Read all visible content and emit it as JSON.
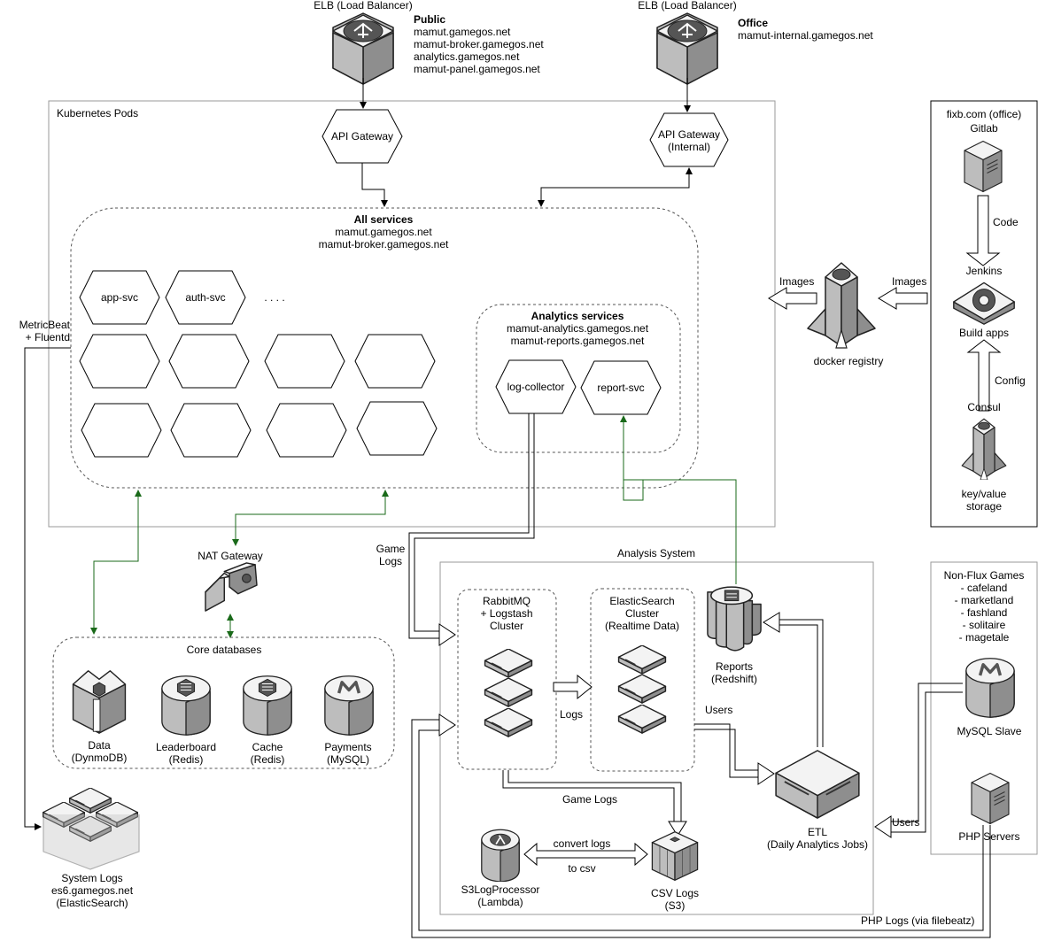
{
  "elb_public": {
    "title": "ELB (Load Balancer)",
    "heading": "Public",
    "domains": [
      "mamut.gamegos.net",
      "mamut-broker.gamegos.net",
      "analytics.gamegos.net",
      "mamut-panel.gamegos.net"
    ]
  },
  "elb_office": {
    "title": "ELB (Load Balancer)",
    "heading": "Office",
    "domains": [
      "mamut-internal.gamegos.net"
    ]
  },
  "k8s": {
    "title": "Kubernetes Pods",
    "api_gateway": "API Gateway",
    "api_gateway_internal": [
      "API Gateway",
      "(Internal)"
    ],
    "all_services": {
      "title": "All services",
      "domains": [
        "mamut.gamegos.net",
        "mamut-broker.gamegos.net"
      ]
    },
    "services": [
      "app-svc",
      "auth-svc",
      ". . . ."
    ],
    "analytics": {
      "title": "Analytics services",
      "domains": [
        "mamut-analytics.gamegos.net",
        "mamut-reports.gamegos.net"
      ],
      "services": [
        "log-collector",
        "report-svc"
      ]
    }
  },
  "fixb": {
    "title": "fixb.com (office)",
    "gitlab": "Gitlab",
    "code": "Code",
    "jenkins": "Jenkins",
    "build": "Build apps",
    "config": "Config",
    "consul": "Consul",
    "kv": [
      "key/value",
      "storage"
    ]
  },
  "docker": {
    "label": "docker registry",
    "images_in": "Images",
    "images_out": "Images"
  },
  "metricbeat": [
    "MetricBeat",
    "+ Fluentd"
  ],
  "nat": "NAT Gateway",
  "core_db": {
    "title": "Core databases",
    "items": [
      {
        "name": "Data",
        "sub": "(DynmoDB)",
        "icon": "dynamodb-icon"
      },
      {
        "name": "Leaderboard",
        "sub": "(Redis)",
        "icon": "redis-icon"
      },
      {
        "name": "Cache",
        "sub": "(Redis)",
        "icon": "redis-icon"
      },
      {
        "name": "Payments",
        "sub": "(MySQL)",
        "icon": "mysql-icon"
      }
    ]
  },
  "system_logs": [
    "System Logs",
    "es6.gamegos.net",
    "(ElasticSearch)"
  ],
  "game_logs_left": [
    "Game",
    "Logs"
  ],
  "analysis": {
    "title": "Analysis System",
    "rabbit": [
      "RabbitMQ",
      "+ Logstash",
      "Cluster"
    ],
    "elastic": [
      "ElasticSearch",
      "Cluster",
      "(Realtime Data)"
    ],
    "logs": "Logs",
    "reports": [
      "Reports",
      "(Redshift)"
    ],
    "users": "Users",
    "etl": [
      "ETL",
      "(Daily Analytics Jobs)"
    ],
    "game_logs": "Game Logs",
    "convert": "convert logs",
    "to_csv": "to csv",
    "s3lp": [
      "S3LogProcessor",
      "(Lambda)"
    ],
    "csv": [
      "CSV Logs",
      "(S3)"
    ]
  },
  "non_flux": {
    "title": "Non-Flux Games",
    "games": [
      "- cafeland",
      "- marketland",
      "- fashland",
      "- solitaire",
      "- magetale"
    ],
    "mysql_slave": "MySQL Slave",
    "php": "PHP Servers",
    "users": "Users",
    "php_logs": "PHP Logs (via filebeatz)"
  },
  "colors": {
    "green_line": "#1a6a1a",
    "container": "#9a9a9a"
  }
}
